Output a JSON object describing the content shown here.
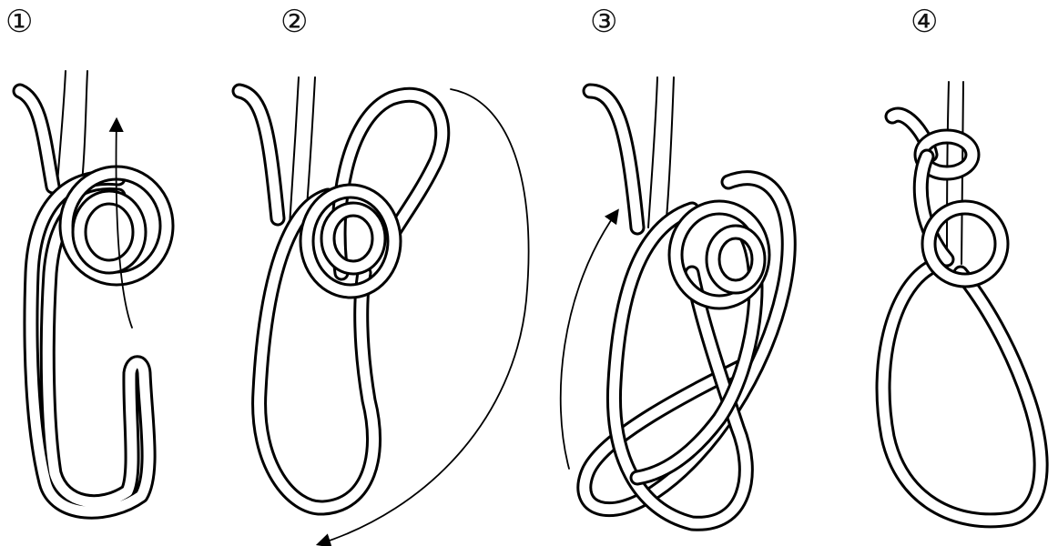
{
  "steps": [
    {
      "label": "①"
    },
    {
      "label": "②"
    },
    {
      "label": "③"
    },
    {
      "label": "④"
    }
  ]
}
